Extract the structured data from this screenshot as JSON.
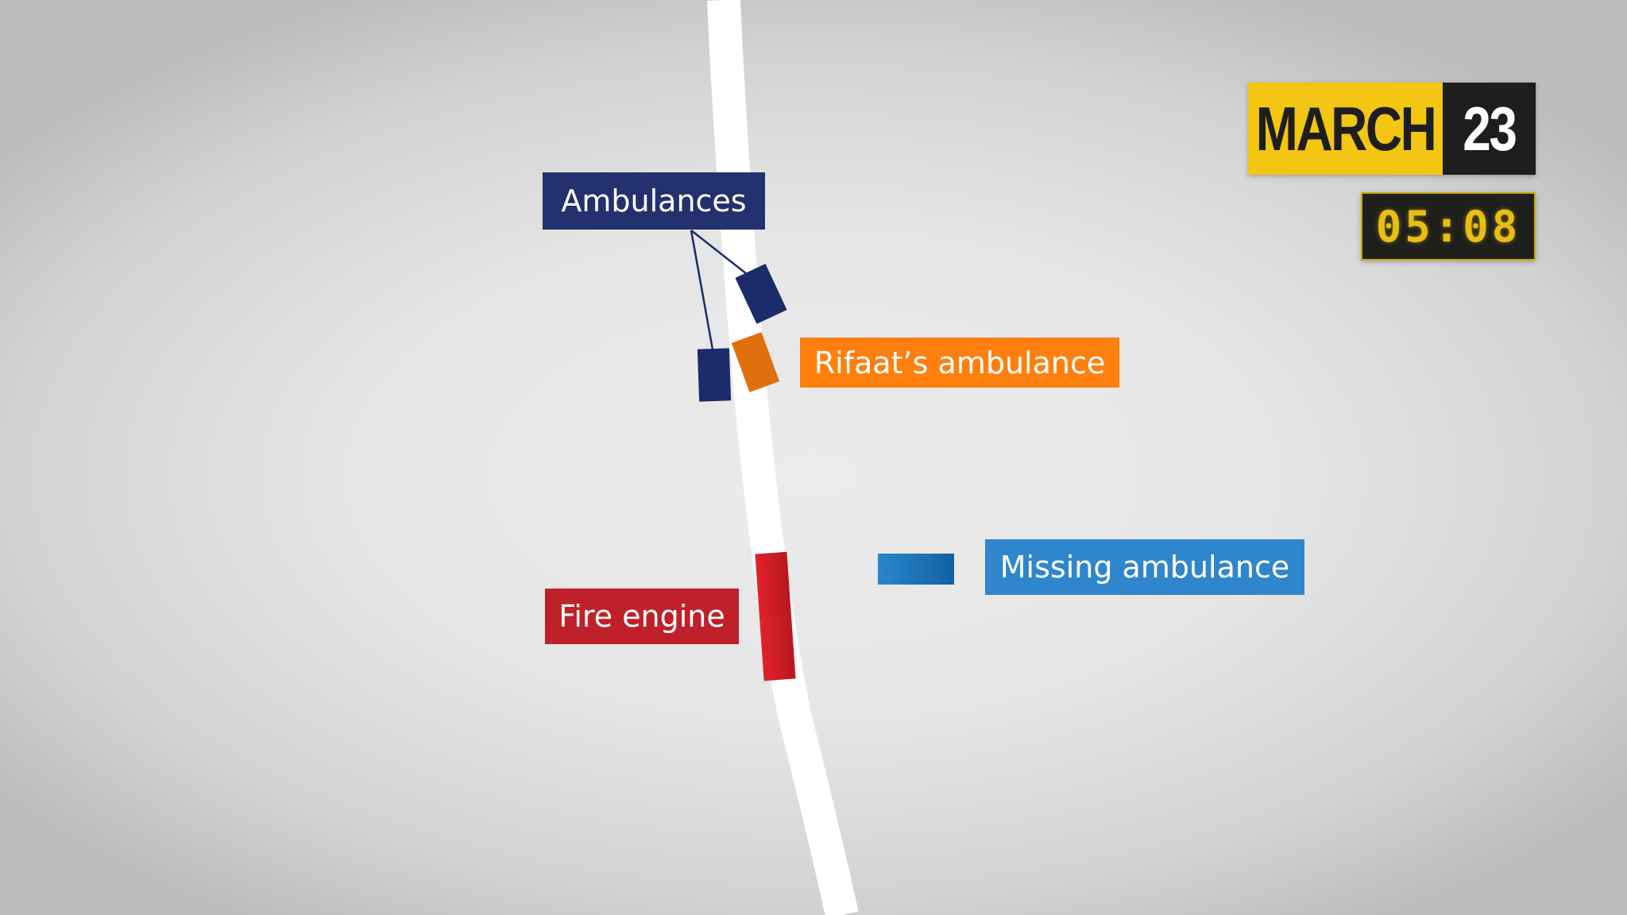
{
  "date": {
    "month": "MARCH",
    "day": "23",
    "month_bg": "#f2c612",
    "month_color": "#1e1e1e",
    "day_bg": "#1e1e1e",
    "day_color": "#ffffff"
  },
  "time": {
    "text": "05:08",
    "bg": "#1f1f1c",
    "color": "#e8be14"
  },
  "labels": {
    "ambulances": {
      "text": "Ambulances",
      "color": "#23316f"
    },
    "rifaat": {
      "text": "Rifaat’s ambulance",
      "color": "#ff7f0e"
    },
    "missing": {
      "text": "Missing ambulance",
      "color": "#2f86cc"
    },
    "fire_engine": {
      "text": "Fire engine",
      "color": "#c0202a"
    }
  },
  "vehicles": {
    "ambulance_color": "#1c2b6b",
    "rifaat_color": "#e0700e",
    "missing_color": "#1a6fb5",
    "fire_engine_color": "#d41c24"
  },
  "road": {
    "color": "#ffffff"
  }
}
